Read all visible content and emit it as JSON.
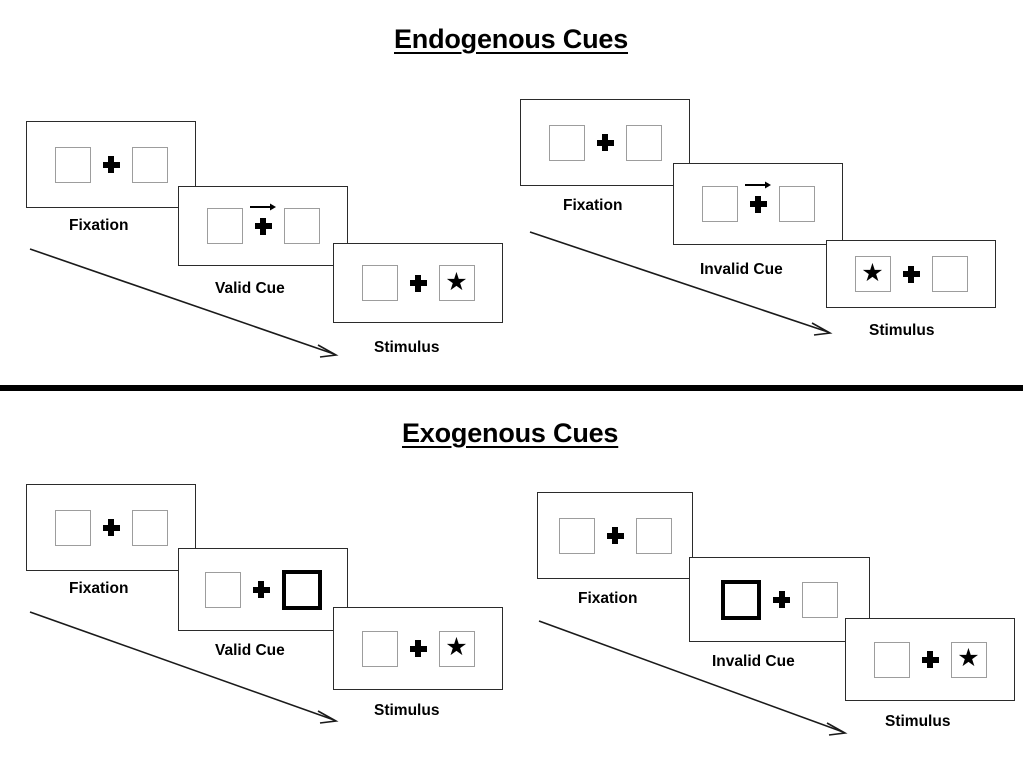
{
  "sections": [
    {
      "id": "endogenous",
      "title": "Endogenous Cues",
      "sequences": [
        {
          "id": "endogenous-valid",
          "condition": "valid",
          "panels": [
            {
              "label": "Fixation",
              "cue": "none",
              "cue_side": "",
              "stimulus_side": ""
            },
            {
              "label": "Valid Cue",
              "cue": "arrow",
              "cue_side": "right",
              "stimulus_side": ""
            },
            {
              "label": "Stimulus",
              "cue": "none",
              "cue_side": "",
              "stimulus_side": "right"
            }
          ]
        },
        {
          "id": "endogenous-invalid",
          "condition": "invalid",
          "panels": [
            {
              "label": "Fixation",
              "cue": "none",
              "cue_side": "",
              "stimulus_side": ""
            },
            {
              "label": "Invalid Cue",
              "cue": "arrow",
              "cue_side": "right",
              "stimulus_side": ""
            },
            {
              "label": "Stimulus",
              "cue": "none",
              "cue_side": "",
              "stimulus_side": "left"
            }
          ]
        }
      ]
    },
    {
      "id": "exogenous",
      "title": "Exogenous Cues",
      "sequences": [
        {
          "id": "exogenous-valid",
          "condition": "valid",
          "panels": [
            {
              "label": "Fixation",
              "cue": "none",
              "cue_side": "",
              "stimulus_side": ""
            },
            {
              "label": "Valid Cue",
              "cue": "box",
              "cue_side": "right",
              "stimulus_side": ""
            },
            {
              "label": "Stimulus",
              "cue": "none",
              "cue_side": "",
              "stimulus_side": "right"
            }
          ]
        },
        {
          "id": "exogenous-invalid",
          "condition": "invalid",
          "panels": [
            {
              "label": "Fixation",
              "cue": "none",
              "cue_side": "",
              "stimulus_side": ""
            },
            {
              "label": "Invalid Cue",
              "cue": "box",
              "cue_side": "left",
              "stimulus_side": ""
            },
            {
              "label": "Stimulus",
              "cue": "none",
              "cue_side": "",
              "stimulus_side": "right"
            }
          ]
        }
      ]
    }
  ],
  "glyphs": {
    "star": "★",
    "fixation_cross": "plus-cross",
    "cue_arrow": "arrow-right-icon",
    "time_arrow": "time-progression-arrow"
  },
  "colors": {
    "ink": "#000000",
    "panel_border": "#2b2b2b",
    "box_border": "#9d9d9d",
    "cued_box_border": "#000000",
    "background": "#ffffff",
    "divider": "#000000"
  }
}
